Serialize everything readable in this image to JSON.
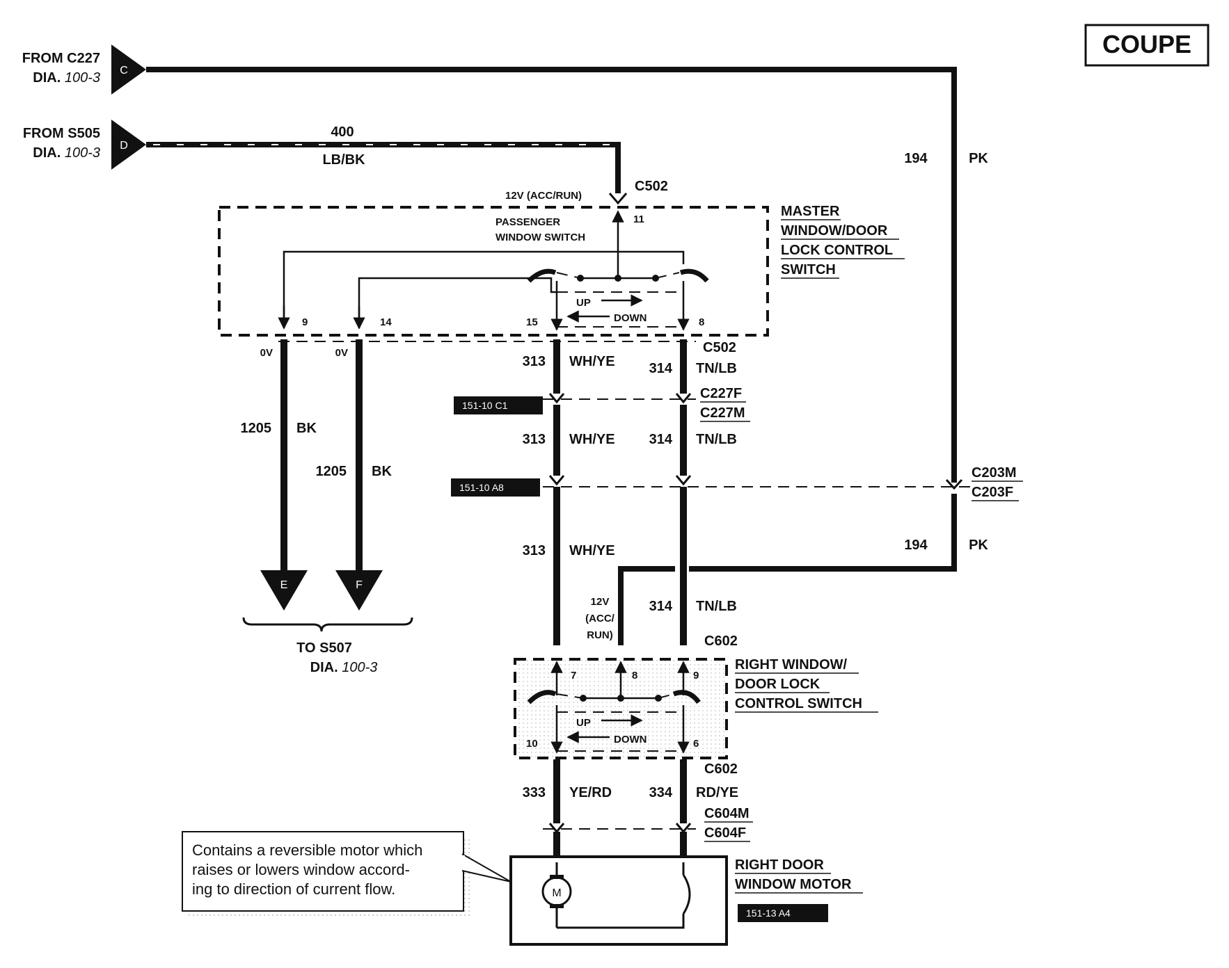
{
  "coupe_label": "COUPE",
  "inputs": {
    "c": {
      "letter": "C",
      "from": "FROM C227",
      "dia_prefix": "DIA.",
      "dia_ref": "100-3"
    },
    "d": {
      "letter": "D",
      "from": "FROM S505",
      "dia_prefix": "DIA.",
      "dia_ref": "100-3"
    }
  },
  "wire_400": {
    "circuit": "400",
    "color": "LB/BK"
  },
  "wire_194_top": {
    "circuit": "194",
    "color": "PK"
  },
  "wire_194_bottom": {
    "circuit": "194",
    "color": "PK"
  },
  "c502_top": "C502",
  "supply_12v": "12V (ACC/RUN)",
  "master_switch": {
    "title_lines": [
      "MASTER",
      "WINDOW/DOOR",
      "LOCK CONTROL",
      "SWITCH"
    ],
    "passenger_label_lines": [
      "PASSENGER",
      "WINDOW SWITCH"
    ],
    "pins": {
      "p11": "11",
      "p9": "9",
      "p14": "14",
      "p15": "15",
      "p8": "8"
    },
    "up": "UP",
    "down": "DOWN"
  },
  "ground_wires": {
    "left": {
      "voltage": "0V",
      "circuit": "1205",
      "color": "BK",
      "letter": "E"
    },
    "right": {
      "voltage": "0V",
      "circuit": "1205",
      "color": "BK",
      "letter": "F"
    }
  },
  "to_s507": {
    "text": "TO S507",
    "dia_prefix": "DIA.",
    "dia_ref": "100-3"
  },
  "wire_313": {
    "circuit": "313",
    "color": "WH/YE"
  },
  "wire_314": {
    "circuit": "314",
    "color": "TN/LB"
  },
  "wire_333": {
    "circuit": "333",
    "color": "YE/RD"
  },
  "wire_334": {
    "circuit": "334",
    "color": "RD/YE"
  },
  "connectors": {
    "c502_mid": "C502",
    "c227f": "C227F",
    "c227m": "C227M",
    "c203m": "C203M",
    "c203f": "C203F",
    "c602_top": "C602",
    "c602_bottom": "C602",
    "c604m": "C604M",
    "c604f": "C604F"
  },
  "ref_tags": {
    "tag1": "151-10 C1",
    "tag2": "151-10 A8",
    "tag3": "151-13 A4"
  },
  "right_supply_lines": [
    "12V",
    "(ACC/",
    "RUN)"
  ],
  "right_switch": {
    "title_lines": [
      "RIGHT WINDOW/",
      "DOOR LOCK",
      "CONTROL SWITCH"
    ],
    "pins": {
      "p7": "7",
      "p8": "8",
      "p9": "9",
      "p10": "10",
      "p6": "6"
    },
    "up": "UP",
    "down": "DOWN"
  },
  "motor": {
    "title_lines": [
      "RIGHT DOOR",
      "WINDOW MOTOR"
    ],
    "symbol": "M"
  },
  "note_lines": [
    "Contains a reversible motor which",
    "raises or lowers window accord-",
    "ing to direction of current flow."
  ]
}
